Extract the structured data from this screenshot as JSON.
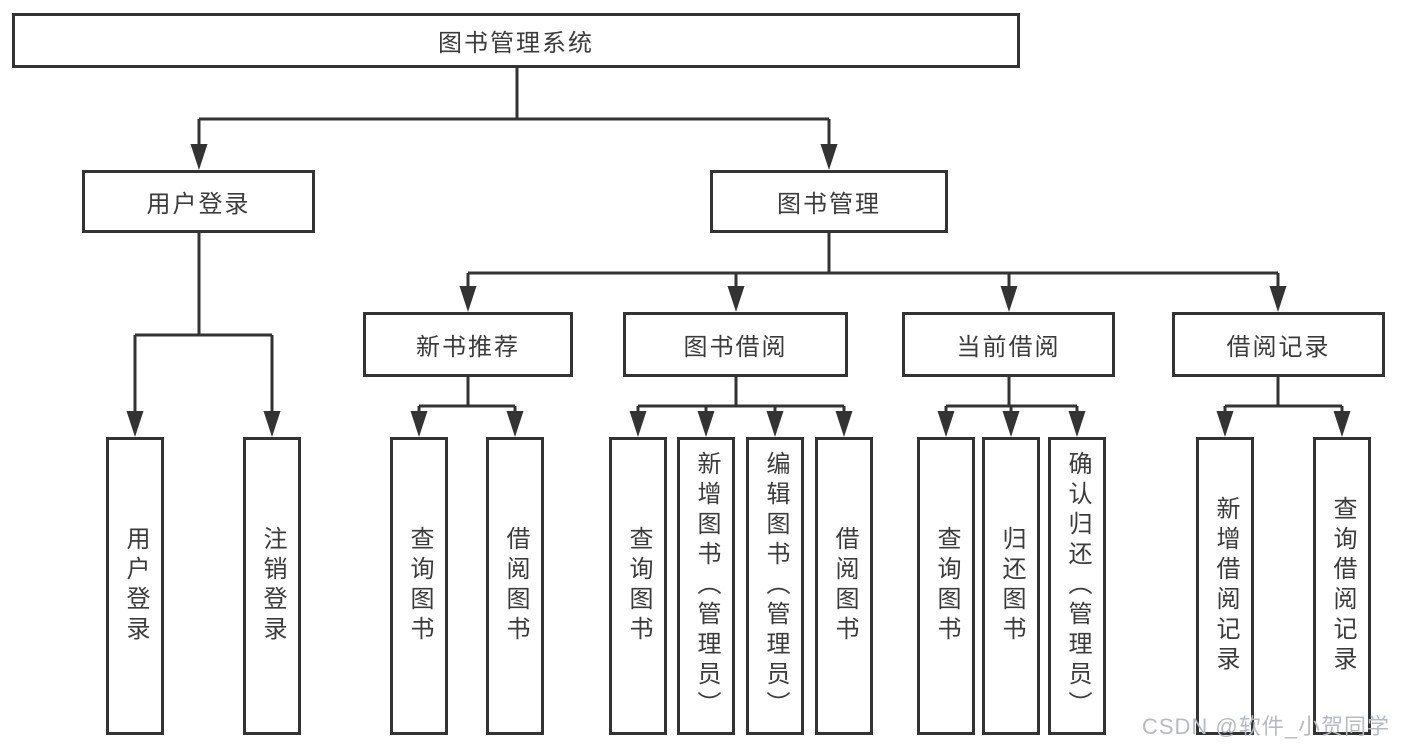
{
  "tree": {
    "root": {
      "label": "图书管理系统"
    },
    "children": [
      {
        "label": "用户登录",
        "children": [
          {
            "label": "用户登录"
          },
          {
            "label": "注销登录"
          }
        ]
      },
      {
        "label": "图书管理",
        "children": [
          {
            "label": "新书推荐",
            "children": [
              {
                "label": "查询图书"
              },
              {
                "label": "借阅图书"
              }
            ]
          },
          {
            "label": "图书借阅",
            "children": [
              {
                "label": "查询图书"
              },
              {
                "label": "新增图书（管理员）"
              },
              {
                "label": "编辑图书（管理员）"
              },
              {
                "label": "借阅图书"
              }
            ]
          },
          {
            "label": "当前借阅",
            "children": [
              {
                "label": "查询图书"
              },
              {
                "label": "归还图书"
              },
              {
                "label": "确认归还（管理员）"
              }
            ]
          },
          {
            "label": "借阅记录",
            "children": [
              {
                "label": "新增借阅记录"
              },
              {
                "label": "查询借阅记录"
              }
            ]
          }
        ]
      }
    ]
  },
  "watermark": {
    "text": "CSDN @软件_小贺同学"
  },
  "colors": {
    "line": "#333333",
    "box_border": "#333333",
    "text": "#3b3b3b",
    "background": "#ffffff",
    "watermark": "#b7bbc1"
  }
}
